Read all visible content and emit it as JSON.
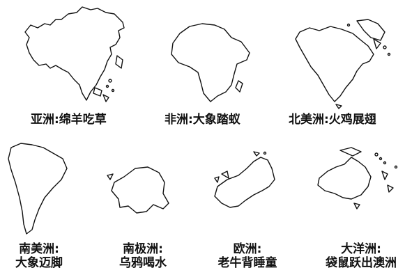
{
  "captions": {
    "asia": "亚洲:绵羊吃草",
    "africa": "非洲:大象踏蚁",
    "north_america": "北美洲:火鸡展翅",
    "south_america": [
      "南美洲:",
      "大象迈脚"
    ],
    "antarctica": [
      "南极洲:",
      "乌鸦喝水"
    ],
    "europe": [
      "欧洲:",
      "老牛背睡童"
    ],
    "oceania": [
      "大洋洲:",
      "袋鼠跃出澳洲"
    ]
  }
}
